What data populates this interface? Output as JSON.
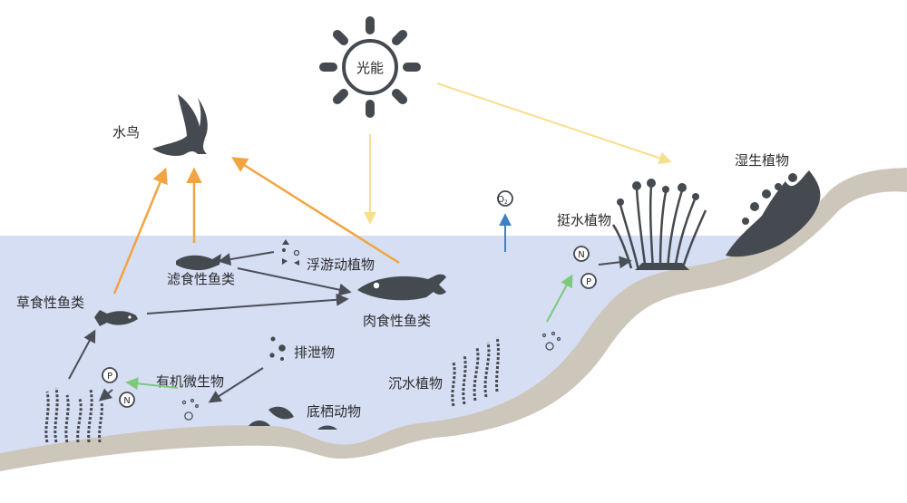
{
  "labels": {
    "sun": "光能",
    "waterbird": "水鸟",
    "wetland_plants": "湿生植物",
    "emergent_plants": "挺水植物",
    "plankton": "浮游动植物",
    "filter_fish": "滤食性鱼类",
    "herbivorous_fish": "草食性鱼类",
    "carnivorous_fish": "肉食性鱼类",
    "excretion": "排泄物",
    "microbes": "有机微生物",
    "submerged_plants": "沉水植物",
    "benthos": "底栖动物",
    "oxygen": "O",
    "oxygen_sub": "2",
    "nitrogen": "N",
    "phosphorus": "P"
  },
  "colors": {
    "water": "#d6def4",
    "sediment": "#cdc6bb",
    "silhouette": "#454a50",
    "energy_arrow": "#f2a440",
    "light_arrow": "#f6df8e",
    "oxygen_arrow": "#3e82c2",
    "nutrient_arrow": "#7cc97a",
    "flow_arrow": "#4a4f57"
  }
}
